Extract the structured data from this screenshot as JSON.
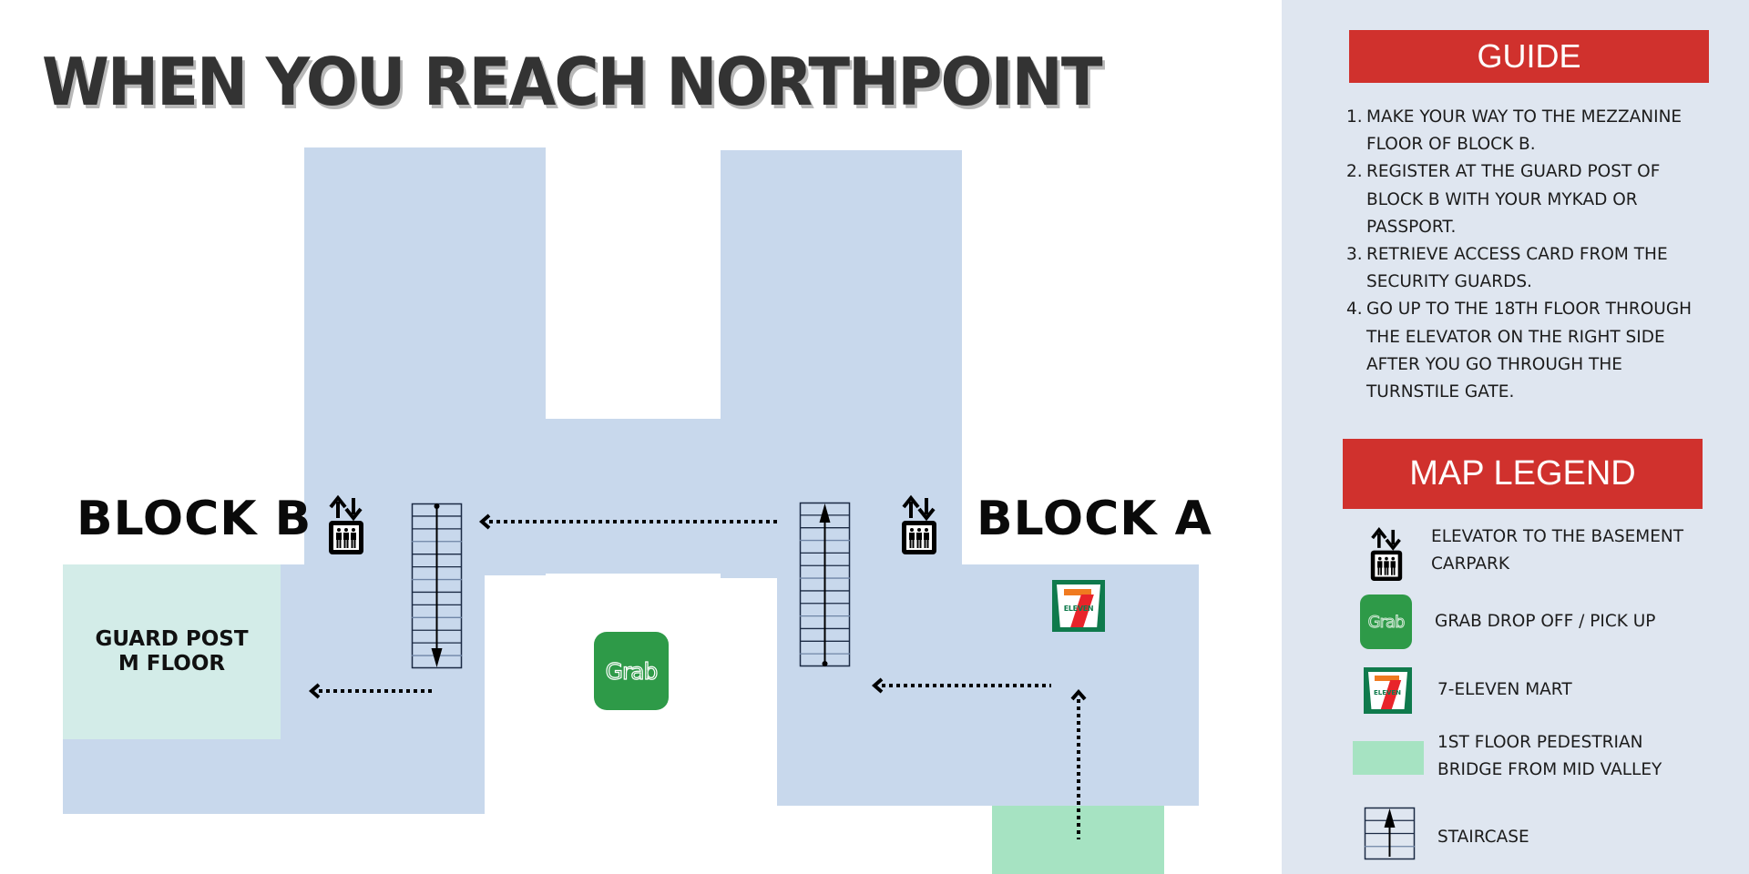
{
  "title": "WHEN YOU REACH NORTHPOINT",
  "map": {
    "block_b_label": "BLOCK B",
    "block_a_label": "BLOCK A",
    "guard_post": {
      "line1": "GUARD POST",
      "line2": "M FLOOR"
    },
    "icons": {
      "elevator": "elevator-icon",
      "staircase": "staircase-icon",
      "grab": "grab-logo-icon",
      "seven_eleven": "seven-eleven-logo-icon",
      "route_arrow": "dotted-arrow-icon"
    },
    "grab_text": "Grab",
    "seven_eleven_text": "ELEVEN"
  },
  "guide": {
    "heading": "GUIDE",
    "steps": [
      {
        "num": "1.",
        "lines": [
          "MAKE YOUR WAY TO THE MEZZANINE",
          "FLOOR OF BLOCK B."
        ]
      },
      {
        "num": "2.",
        "lines": [
          "REGISTER AT THE GUARD POST OF",
          "BLOCK B WITH YOUR MYKAD OR",
          "PASSPORT."
        ]
      },
      {
        "num": "3.",
        "lines": [
          "RETRIEVE ACCESS CARD FROM THE",
          "SECURITY GUARDS."
        ]
      },
      {
        "num": "4.",
        "lines": [
          "GO UP TO THE 18TH FLOOR THROUGH",
          "THE ELEVATOR ON THE RIGHT SIDE",
          "AFTER YOU GO THROUGH THE",
          "TURNSTILE GATE."
        ]
      }
    ]
  },
  "legend": {
    "heading": "MAP LEGEND",
    "items": [
      {
        "icon": "elevator-icon",
        "lines": [
          "ELEVATOR TO THE BASEMENT",
          "CARPARK"
        ]
      },
      {
        "icon": "grab-logo-icon",
        "lines": [
          "GRAB DROP OFF / PICK UP"
        ]
      },
      {
        "icon": "seven-eleven-logo-icon",
        "lines": [
          "7-ELEVEN MART"
        ]
      },
      {
        "icon": "pedestrian-bridge-swatch",
        "lines": [
          "1ST FLOOR PEDESTRIAN",
          "BRIDGE FROM MID VALLEY"
        ]
      },
      {
        "icon": "staircase-icon",
        "lines": [
          "STAIRCASE"
        ]
      }
    ]
  },
  "colors": {
    "floor": "#c8d8ec",
    "guard_post": "#d3ece8",
    "bridge": "#a6e3c2",
    "banner_red": "#d0312d",
    "sidebar_bg": "#dfe6f0",
    "grab_green": "#2e9a48",
    "title_text": "#333333"
  }
}
